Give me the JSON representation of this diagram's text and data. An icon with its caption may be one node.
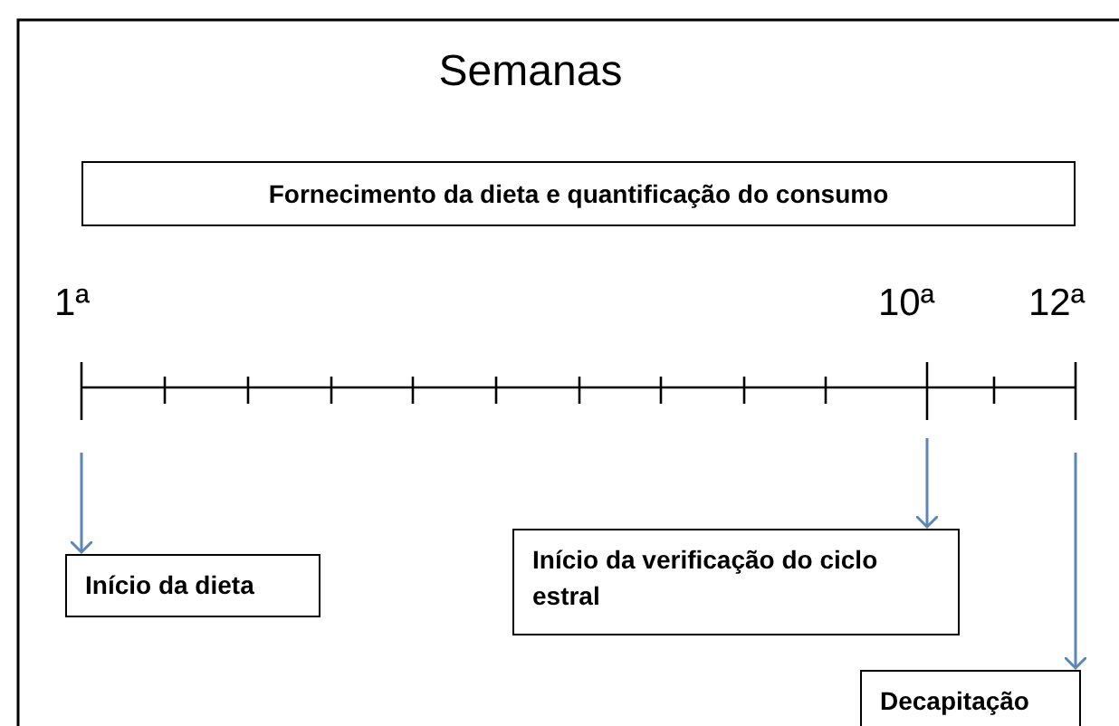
{
  "diagram": {
    "title": "Semanas",
    "nodes": [
      {
        "text": [
          "Fornecimento da dieta e quantificação do consumo"
        ]
      },
      {
        "text": [
          "Início da dieta"
        ]
      },
      {
        "text": [
          "Início da verificação do ciclo estral"
        ]
      },
      {
        "text": [
          "Decapitação"
        ]
      }
    ],
    "edges": [
      {
        "from": null,
        "to": 1,
        "arrow": "to"
      },
      {
        "from": null,
        "to": 2,
        "arrow": "to"
      },
      {
        "from": null,
        "to": 3,
        "arrow": "to"
      }
    ],
    "labels": [
      "1ª",
      "10ª",
      "12ª"
    ]
  }
}
